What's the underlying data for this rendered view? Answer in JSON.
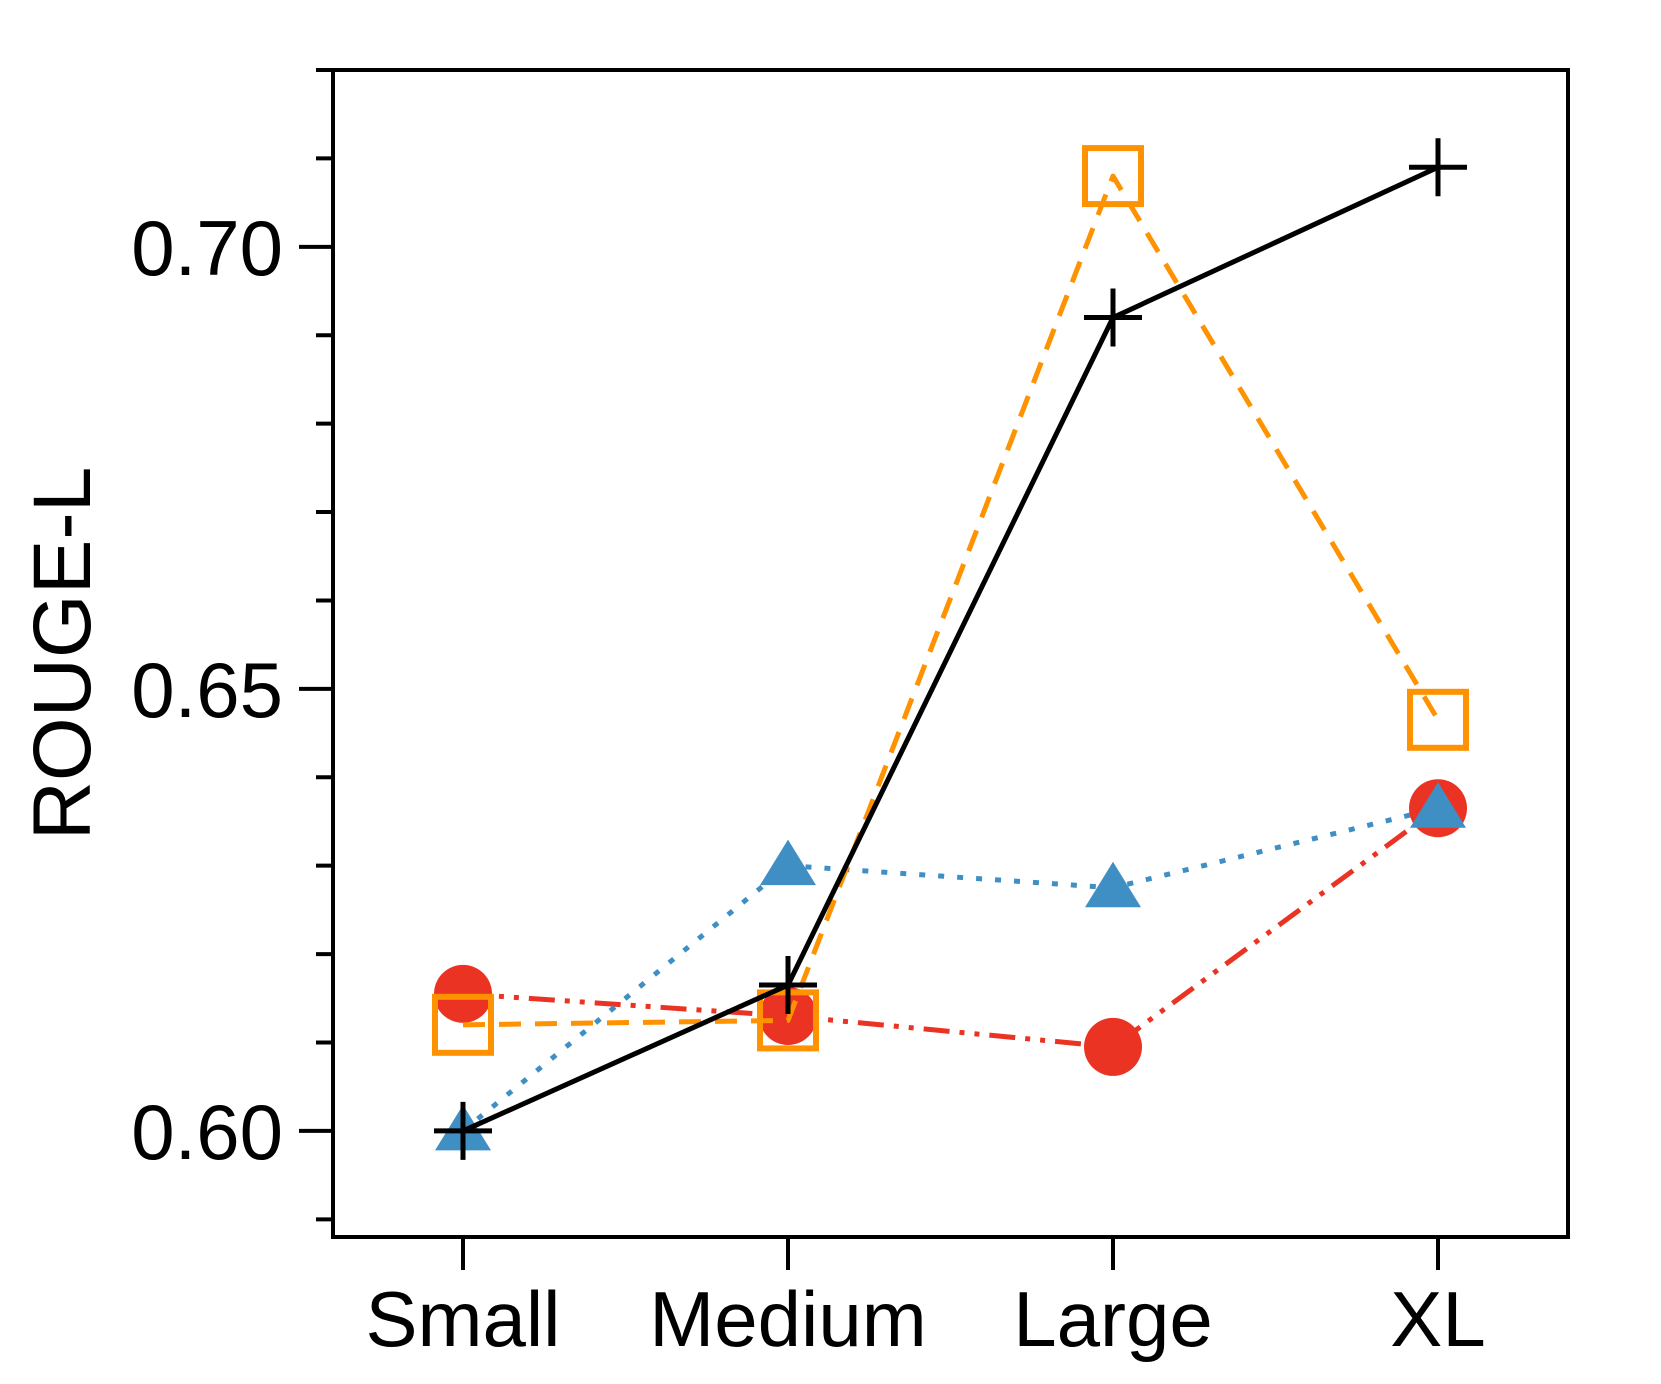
{
  "chart_data": {
    "type": "line",
    "title": "",
    "xlabel": "",
    "ylabel": "ROUGE-L",
    "categories": [
      "Small",
      "Medium",
      "Large",
      "XL"
    ],
    "ylim": [
      0.588,
      0.72
    ],
    "yticks": [
      0.6,
      0.65,
      0.7
    ],
    "ytick_labels": [
      "0.60",
      "0.65",
      "0.70"
    ],
    "y_minor_step": 0.01,
    "grid": false,
    "legend": "none",
    "series": [
      {
        "color": "#ea3323",
        "linestyle": "dashdotdot",
        "marker": "circle",
        "values": [
          0.6155,
          0.613,
          0.6095,
          0.6365
        ]
      },
      {
        "color": "#3f8fc5",
        "linestyle": "dotted",
        "marker": "triangle",
        "values": [
          0.6,
          0.63,
          0.6275,
          0.6365
        ]
      },
      {
        "color": "#ff9200",
        "linestyle": "dashed",
        "marker": "open-square",
        "values": [
          0.612,
          0.6125,
          0.708,
          0.6465
        ]
      },
      {
        "color": "#000000",
        "linestyle": "solid",
        "marker": "plus",
        "values": [
          0.6,
          0.6165,
          0.692,
          0.709
        ]
      }
    ]
  }
}
